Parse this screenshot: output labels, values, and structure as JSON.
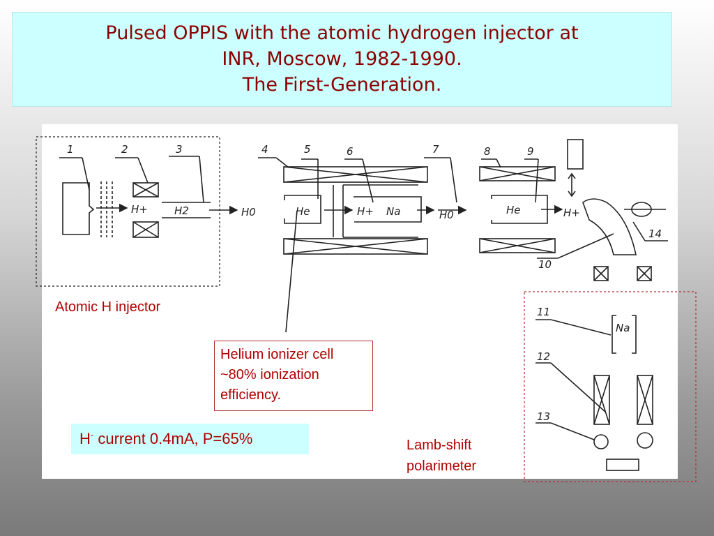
{
  "title": {
    "line1": "Pulsed OPPIS with the atomic hydrogen injector at",
    "line2": "INR, Moscow, 1982-1990.",
    "line3": "The First-Generation."
  },
  "annotations": {
    "atomic_injector": "Atomic H injector",
    "helium_line1": "Helium ionizer cell",
    "helium_line2": "~80% ionization",
    "helium_line3": "efficiency.",
    "current_prefix": "H",
    "current_sup": "-",
    "current_rest": " current 0.4mA, P=65%",
    "lamb_line1": "Lamb-shift",
    "lamb_line2": "polarimeter"
  },
  "diagram": {
    "numbers": [
      "1",
      "2",
      "3",
      "4",
      "5",
      "6",
      "7",
      "8",
      "9",
      "10",
      "11",
      "12",
      "13",
      "14"
    ],
    "species": {
      "hplus_1": "H+",
      "h2": "H2",
      "h0_1": "H0",
      "he_1": "He",
      "hplus_2": "H+",
      "na_1": "Na",
      "h0_2": "H0",
      "he_2": "He",
      "hplus_3": "H+",
      "na_2": "Na"
    }
  },
  "colors": {
    "title_bg": "#ccffff",
    "title_text": "#8b0000",
    "label_text": "#b00000",
    "dashed_frame": "#333333",
    "dashed_red": "#b03030"
  }
}
